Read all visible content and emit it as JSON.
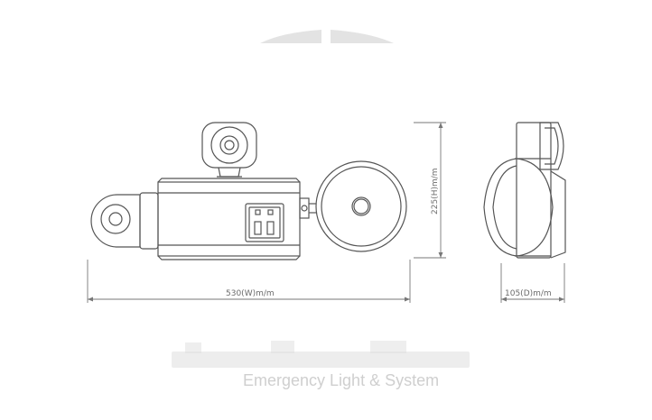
{
  "dimensions": {
    "width_label": "530(W)m/m",
    "height_label": "225(H)m/m",
    "depth_label": "105(D)m/m"
  },
  "watermark": {
    "tagline": "Emergency Light & System",
    "logo_wordmark": "..."
  },
  "colors": {
    "line": "#555555",
    "dimension": "#6b6b6b",
    "watermark": "#d9d9d9"
  }
}
